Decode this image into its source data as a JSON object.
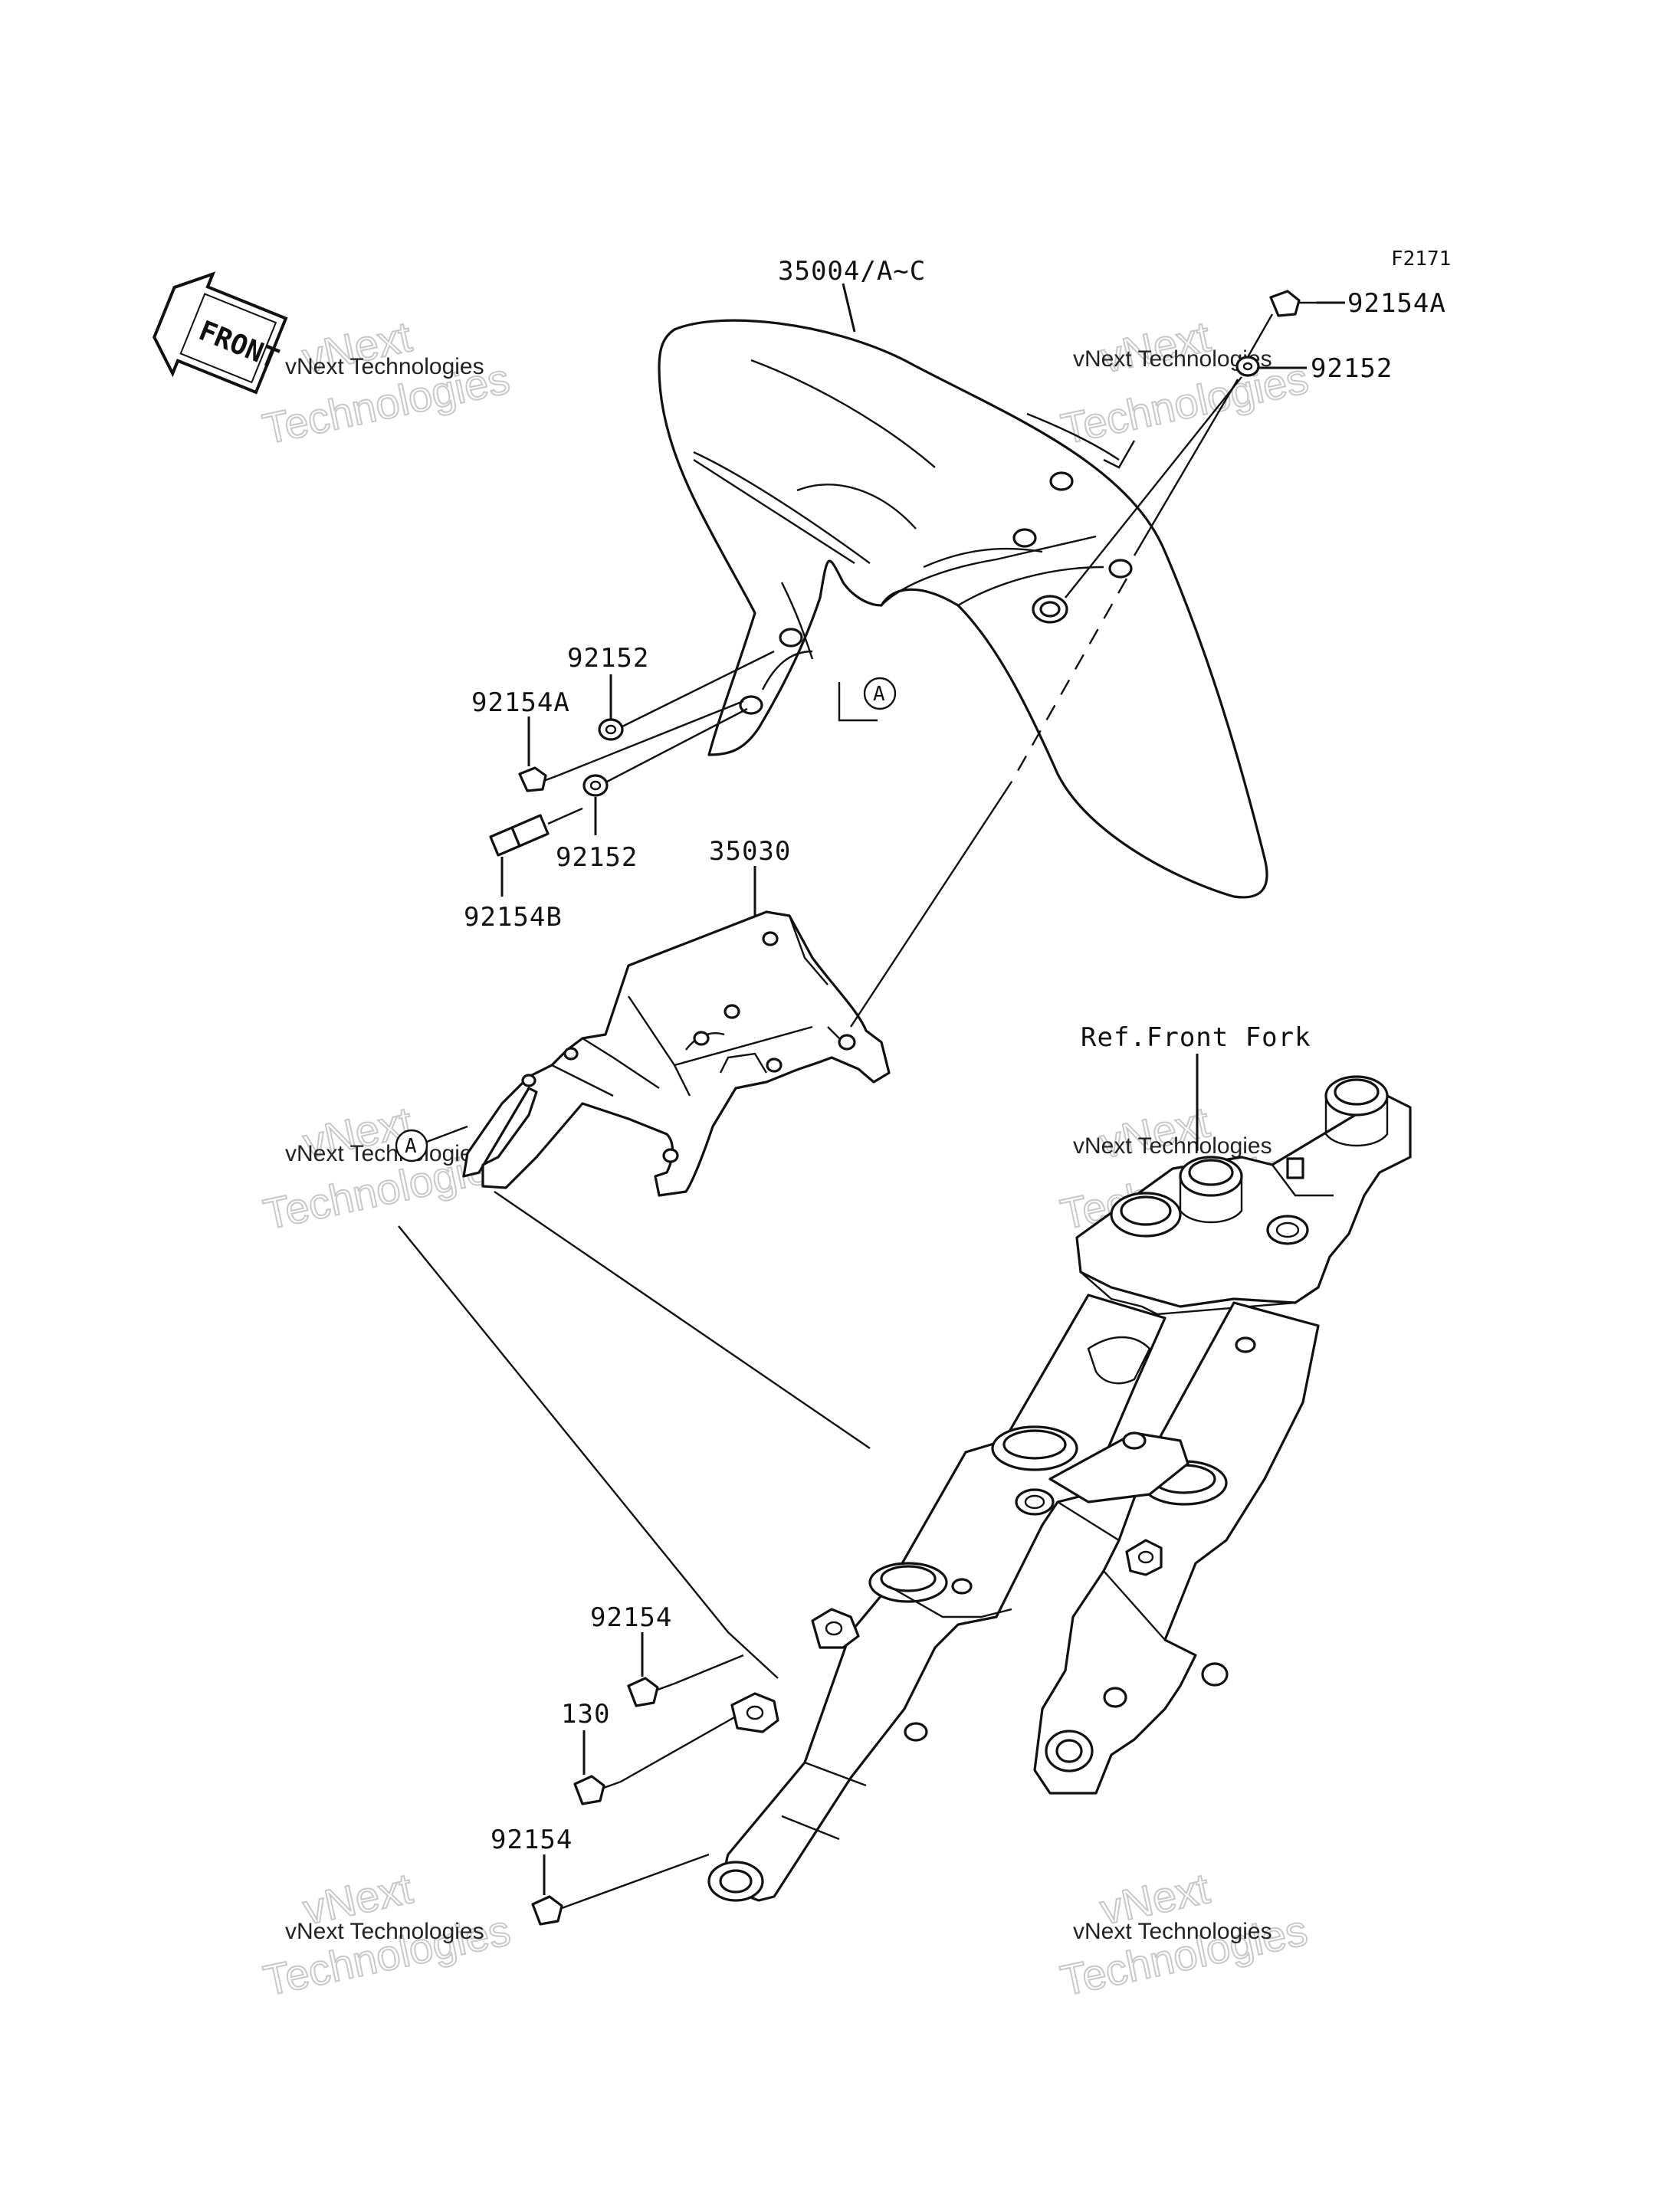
{
  "figure_code": "F2171",
  "front_marker": "FRONT",
  "reference_label": "Ref.Front Fork",
  "callout_marker": "A",
  "parts": [
    {
      "id": "fender",
      "label": "35004/A~C"
    },
    {
      "id": "bolt-top-right",
      "label": "92154A"
    },
    {
      "id": "washer-top-right",
      "label": "92152"
    },
    {
      "id": "washer-left-upper",
      "label": "92152"
    },
    {
      "id": "bolt-left",
      "label": "92154A"
    },
    {
      "id": "washer-left-lower",
      "label": "92152"
    },
    {
      "id": "stud-left",
      "label": "92154B"
    },
    {
      "id": "bracket",
      "label": "35030"
    },
    {
      "id": "bolt-lower-upper",
      "label": "92154"
    },
    {
      "id": "bolt-lower-mid",
      "label": "130"
    },
    {
      "id": "bolt-lower-bottom",
      "label": "92154"
    }
  ],
  "watermark": {
    "line1": "vNext Technologies",
    "line2a": "vNext",
    "line2b": "Technologies"
  }
}
